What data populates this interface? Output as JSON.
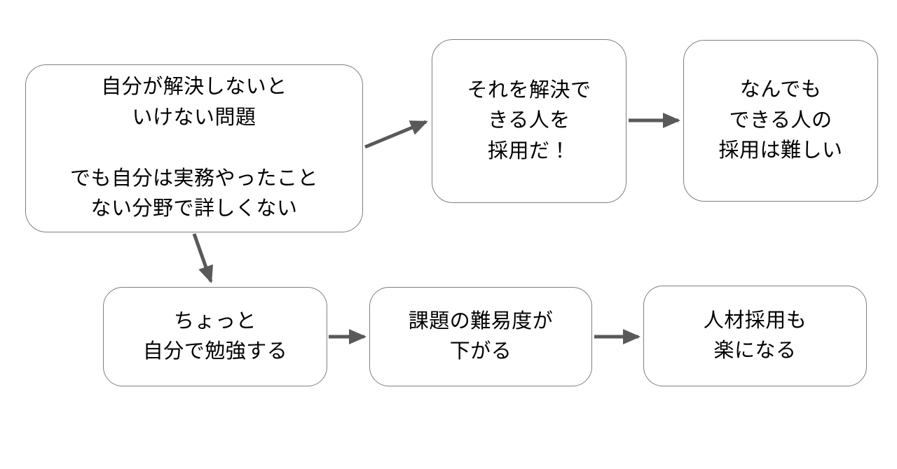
{
  "diagram": {
    "title": "hiring-vs-self-study-flowchart",
    "nodes": [
      {
        "id": "problem",
        "text": "自分が解決しないと\nいけない問題\n\nでも自分は実務やったこと\nない分野で詳しくない"
      },
      {
        "id": "hire-solver",
        "text": "それを解決で\nきる人を\n採用だ！"
      },
      {
        "id": "hiring-hard",
        "text": "なんでも\nできる人の\n採用は難しい"
      },
      {
        "id": "self-study",
        "text": "ちょっと\n自分で勉強する"
      },
      {
        "id": "difficulty-lower",
        "text": "課題の難易度が\n下がる"
      },
      {
        "id": "recruit-easier",
        "text": "人材採用も\n楽になる"
      }
    ],
    "edges": [
      {
        "from": "problem",
        "to": "hire-solver"
      },
      {
        "from": "hire-solver",
        "to": "hiring-hard"
      },
      {
        "from": "problem",
        "to": "self-study"
      },
      {
        "from": "self-study",
        "to": "difficulty-lower"
      },
      {
        "from": "difficulty-lower",
        "to": "recruit-easier"
      }
    ]
  },
  "colors": {
    "background": "#ffffff",
    "box_fill": "#ffffff",
    "box_border": "#7f7f7f",
    "arrow": "#595959",
    "text": "#000000"
  }
}
